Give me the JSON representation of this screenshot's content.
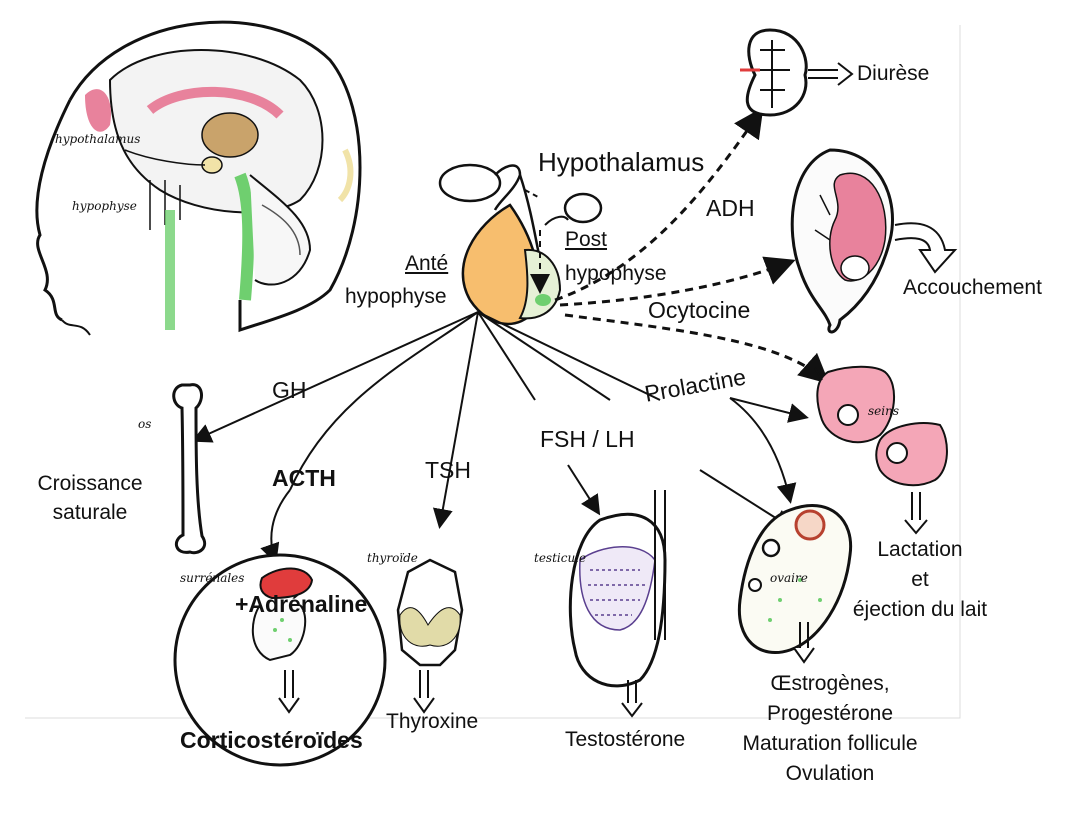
{
  "labels": {
    "hypothalamus_small": "hypothalamus",
    "hypophyse_small": "hypophyse",
    "hypothalamus": "Hypothalamus",
    "ante": "Anté",
    "ante_hypophyse": "hypophyse",
    "post": "Post",
    "post_hypophyse": "hypophyse",
    "adh": "ADH",
    "ocytocine": "Ocytocine",
    "diurese": "Diurèse",
    "accouchement": "Accouchement",
    "gh": "GH",
    "acth": "ACTH",
    "tsh": "TSH",
    "fsh_lh": "FSH / LH",
    "prolactine": "Prolactine",
    "os": "os",
    "croissance_1": "Croissance",
    "croissance_2": "saturale",
    "surrenales": "surrénales",
    "adrenaline": "+Adrénaline",
    "corticosteroides": "Corticostéroïdes",
    "thyroide": "thyroïde",
    "thyroxine": "Thyroxine",
    "testicule": "testicule",
    "testosterone": "Testostérone",
    "ovaire": "ovaire",
    "oestrogenes": "Œstrogènes,",
    "progesterone": "Progestérone",
    "maturation": "Maturation follicule",
    "ovulation": "Ovulation",
    "seins": "seins",
    "lactation_1": "Lactation",
    "lactation_2": "et",
    "lactation_3": "éjection du lait"
  },
  "colors": {
    "ante_hypophyse": "#f7be6e",
    "pink": "#e8829c",
    "red_gland": "#e03c3c",
    "green": "#6fcf6f",
    "thyroid": "#e8e0b0",
    "ink": "#111111"
  }
}
